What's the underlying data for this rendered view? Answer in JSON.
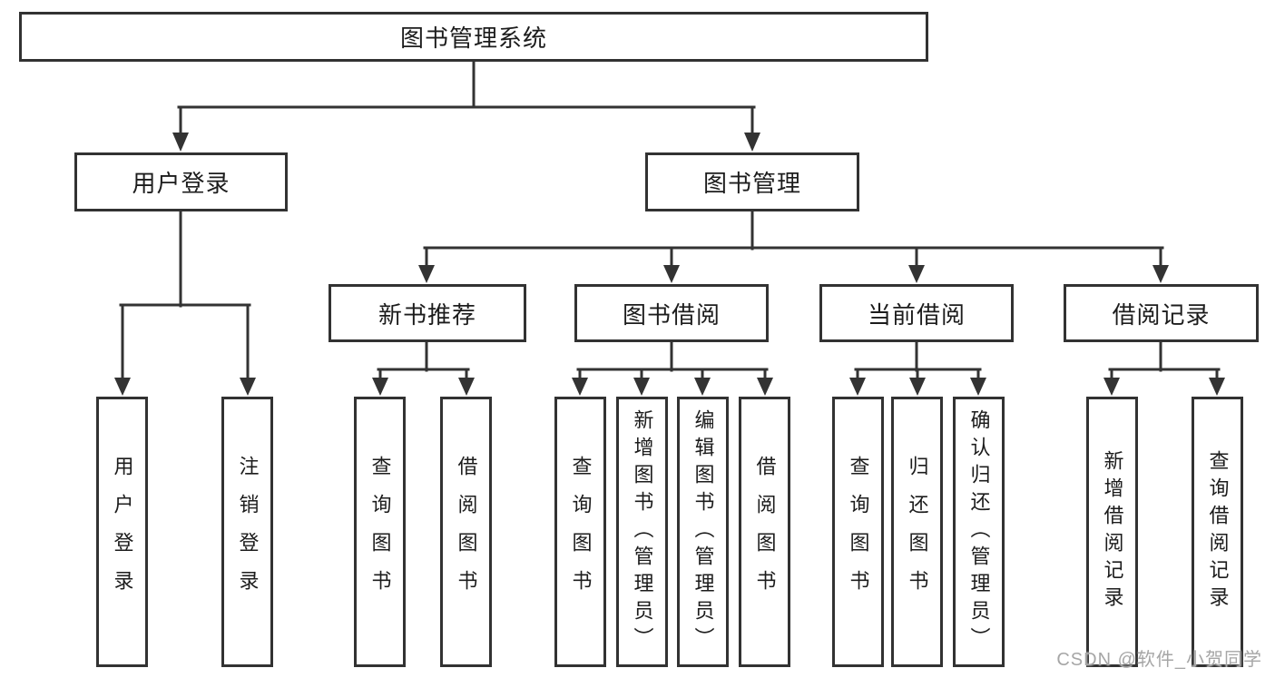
{
  "colors": {
    "line": "#333333",
    "border": "#323232",
    "text": "#1c1c1c",
    "watermark": "#a6a6a6"
  },
  "watermark": {
    "text": "CSDN @软件_小贺同学"
  },
  "tree": {
    "label": "图书管理系统",
    "children": [
      {
        "label": "用户登录",
        "children": [
          {
            "label": "用户登录"
          },
          {
            "label": "注销登录"
          }
        ]
      },
      {
        "label": "图书管理",
        "children": [
          {
            "label": "新书推荐",
            "children": [
              {
                "label": "查询图书"
              },
              {
                "label": "借阅图书"
              }
            ]
          },
          {
            "label": "图书借阅",
            "children": [
              {
                "label": "查询图书"
              },
              {
                "label": "新增图书（管理员）"
              },
              {
                "label": "编辑图书（管理员）"
              },
              {
                "label": "借阅图书"
              }
            ]
          },
          {
            "label": "当前借阅",
            "children": [
              {
                "label": "查询图书"
              },
              {
                "label": "归还图书"
              },
              {
                "label": "确认归还（管理员）"
              }
            ]
          },
          {
            "label": "借阅记录",
            "children": [
              {
                "label": "新增借阅记录"
              },
              {
                "label": "查询借阅记录"
              }
            ]
          }
        ]
      }
    ]
  }
}
